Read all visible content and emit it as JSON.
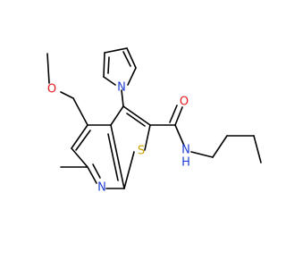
{
  "colors": {
    "bond": "#000000",
    "oxygen": "#e31a1c",
    "nitrogen": "#1f3fd1",
    "sulfur": "#c9a000",
    "background": "#ffffff"
  },
  "atoms": {
    "O_methoxy": "O",
    "N_pyrrole": "N",
    "O_carbonyl": "O",
    "N_pyridine": "N",
    "S_thiophene": "S",
    "N_amide": "N",
    "H_amide": "H"
  }
}
